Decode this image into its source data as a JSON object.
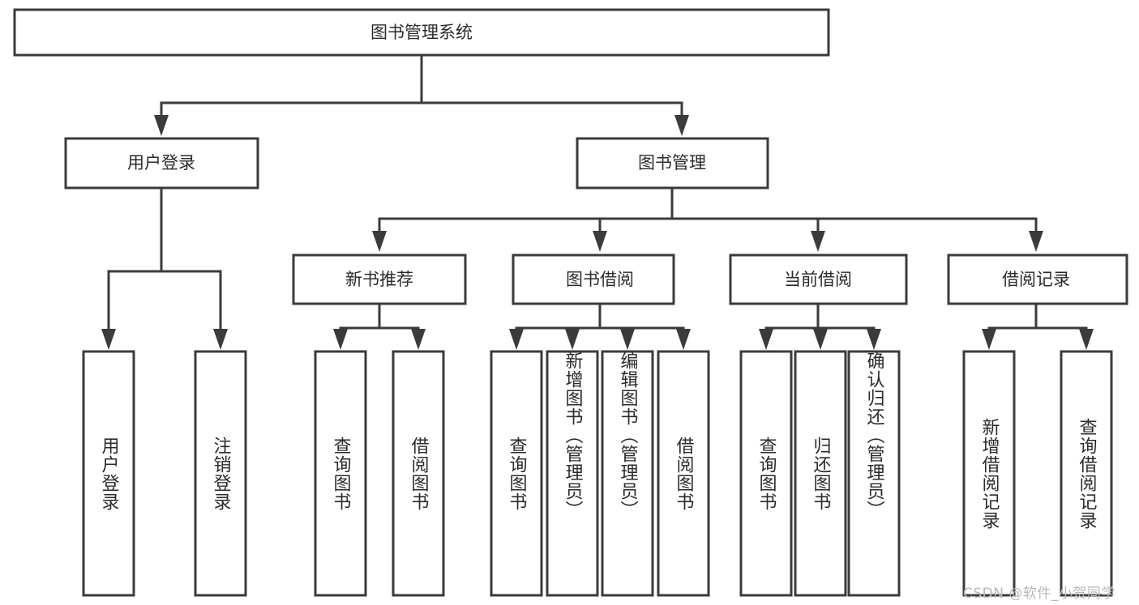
{
  "diagram": {
    "title": "图书管理系统",
    "watermark": "CSDN @软件_小贺同学",
    "colors": {
      "stroke": "#3b3b3b",
      "fill": "#ffffff",
      "text": "#2b2b2b",
      "watermark": "#b9b9b9",
      "background": "#ffffff"
    },
    "root": {
      "label": "图书管理系统"
    },
    "level2": [
      {
        "label": "用户登录"
      },
      {
        "label": "图书管理"
      }
    ],
    "level3": [
      {
        "label": "新书推荐"
      },
      {
        "label": "图书借阅"
      },
      {
        "label": "当前借阅"
      },
      {
        "label": "借阅记录"
      }
    ],
    "leaves": {
      "user_login": [
        {
          "label": "用户登录"
        },
        {
          "label": "注销登录"
        }
      ],
      "new_book_recommend": [
        {
          "label": "查询图书"
        },
        {
          "label": "借阅图书"
        }
      ],
      "book_borrow": [
        {
          "label": "查询图书"
        },
        {
          "label": "新增图书（管理员）"
        },
        {
          "label": "编辑图书（管理员）"
        },
        {
          "label": "借阅图书"
        }
      ],
      "current_borrow": [
        {
          "label": "查询图书"
        },
        {
          "label": "归还图书"
        },
        {
          "label": "确认归还（管理员）"
        }
      ],
      "borrow_record": [
        {
          "label": "新增借阅记录"
        },
        {
          "label": "查询借阅记录"
        }
      ]
    }
  }
}
